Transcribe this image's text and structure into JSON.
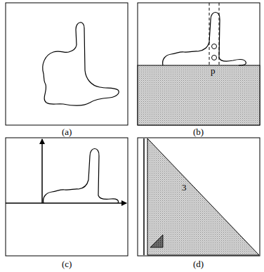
{
  "diagram": {
    "labels": [
      "(a)",
      "p",
      "(b)",
      "(c)",
      "3",
      "(d)"
    ]
  }
}
